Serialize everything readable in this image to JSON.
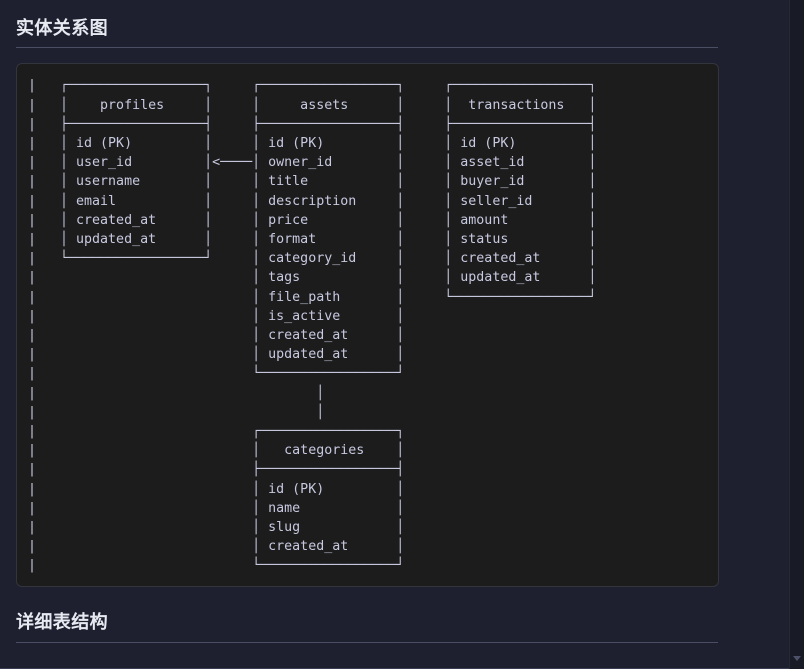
{
  "page": {
    "background_color": "#1e2030",
    "code_background_color": "#1c1c1c",
    "text_color": "#c7c9e0",
    "heading_color": "#e8eaf2",
    "rule_color": "#4a4e63"
  },
  "headings": {
    "entity_relationship": "实体关系图",
    "detailed_table_structure": "详细表结构"
  },
  "er_diagram": {
    "type": "ascii-art-er-diagram",
    "tables": [
      {
        "name": "profiles",
        "columns": [
          "id (PK)",
          "user_id",
          "username",
          "email",
          "created_at",
          "updated_at"
        ]
      },
      {
        "name": "assets",
        "columns": [
          "id (PK)",
          "owner_id",
          "title",
          "description",
          "price",
          "format",
          "category_id",
          "tags",
          "file_path",
          "is_active",
          "created_at",
          "updated_at"
        ]
      },
      {
        "name": "transactions",
        "columns": [
          "id (PK)",
          "asset_id",
          "buyer_id",
          "seller_id",
          "amount",
          "status",
          "created_at",
          "updated_at"
        ]
      },
      {
        "name": "categories",
        "columns": [
          "id (PK)",
          "name",
          "slug",
          "created_at"
        ]
      }
    ],
    "relationships": [
      {
        "from": "assets.owner_id",
        "to": "profiles.user_id",
        "marker": "<-----"
      },
      {
        "from": "assets.category_id",
        "to": "categories.id",
        "marker": "|"
      }
    ],
    "ascii": "|   ┌─────────────────┐     ┌─────────────────┐     ┌─────────────────┐\n|   │    profiles     │     │     assets      │     │  transactions   │\n|   ├─────────────────┤     ├─────────────────┤     ├─────────────────┤\n|   │ id (PK)         │     │ id (PK)         │     │ id (PK)         │\n|   │ user_id         │<────│ owner_id        │     │ asset_id        │\n|   │ username        │     │ title           │     │ buyer_id        │\n|   │ email           │     │ description     │     │ seller_id       │\n|   │ created_at      │     │ price           │     │ amount          │\n|   │ updated_at      │     │ format          │     │ status          │\n|   └─────────────────┘     │ category_id     │     │ created_at      │\n|                           │ tags            │     │ updated_at      │\n|                           │ file_path       │     └─────────────────┘\n|                           │ is_active       │\n|                           │ created_at      │\n|                           │ updated_at      │\n|                           └─────────────────┘\n|                                   │\n|                                   │\n|                           ┌─────────────────┐\n|                           │   categories    │\n|                           ├─────────────────┤\n|                           │ id (PK)         │\n|                           │ name            │\n|                           │ slug            │\n|                           │ created_at      │\n|                           └─────────────────┘"
  },
  "scrollbar": {
    "arrow_down_icon": "scroll-down-arrow"
  }
}
